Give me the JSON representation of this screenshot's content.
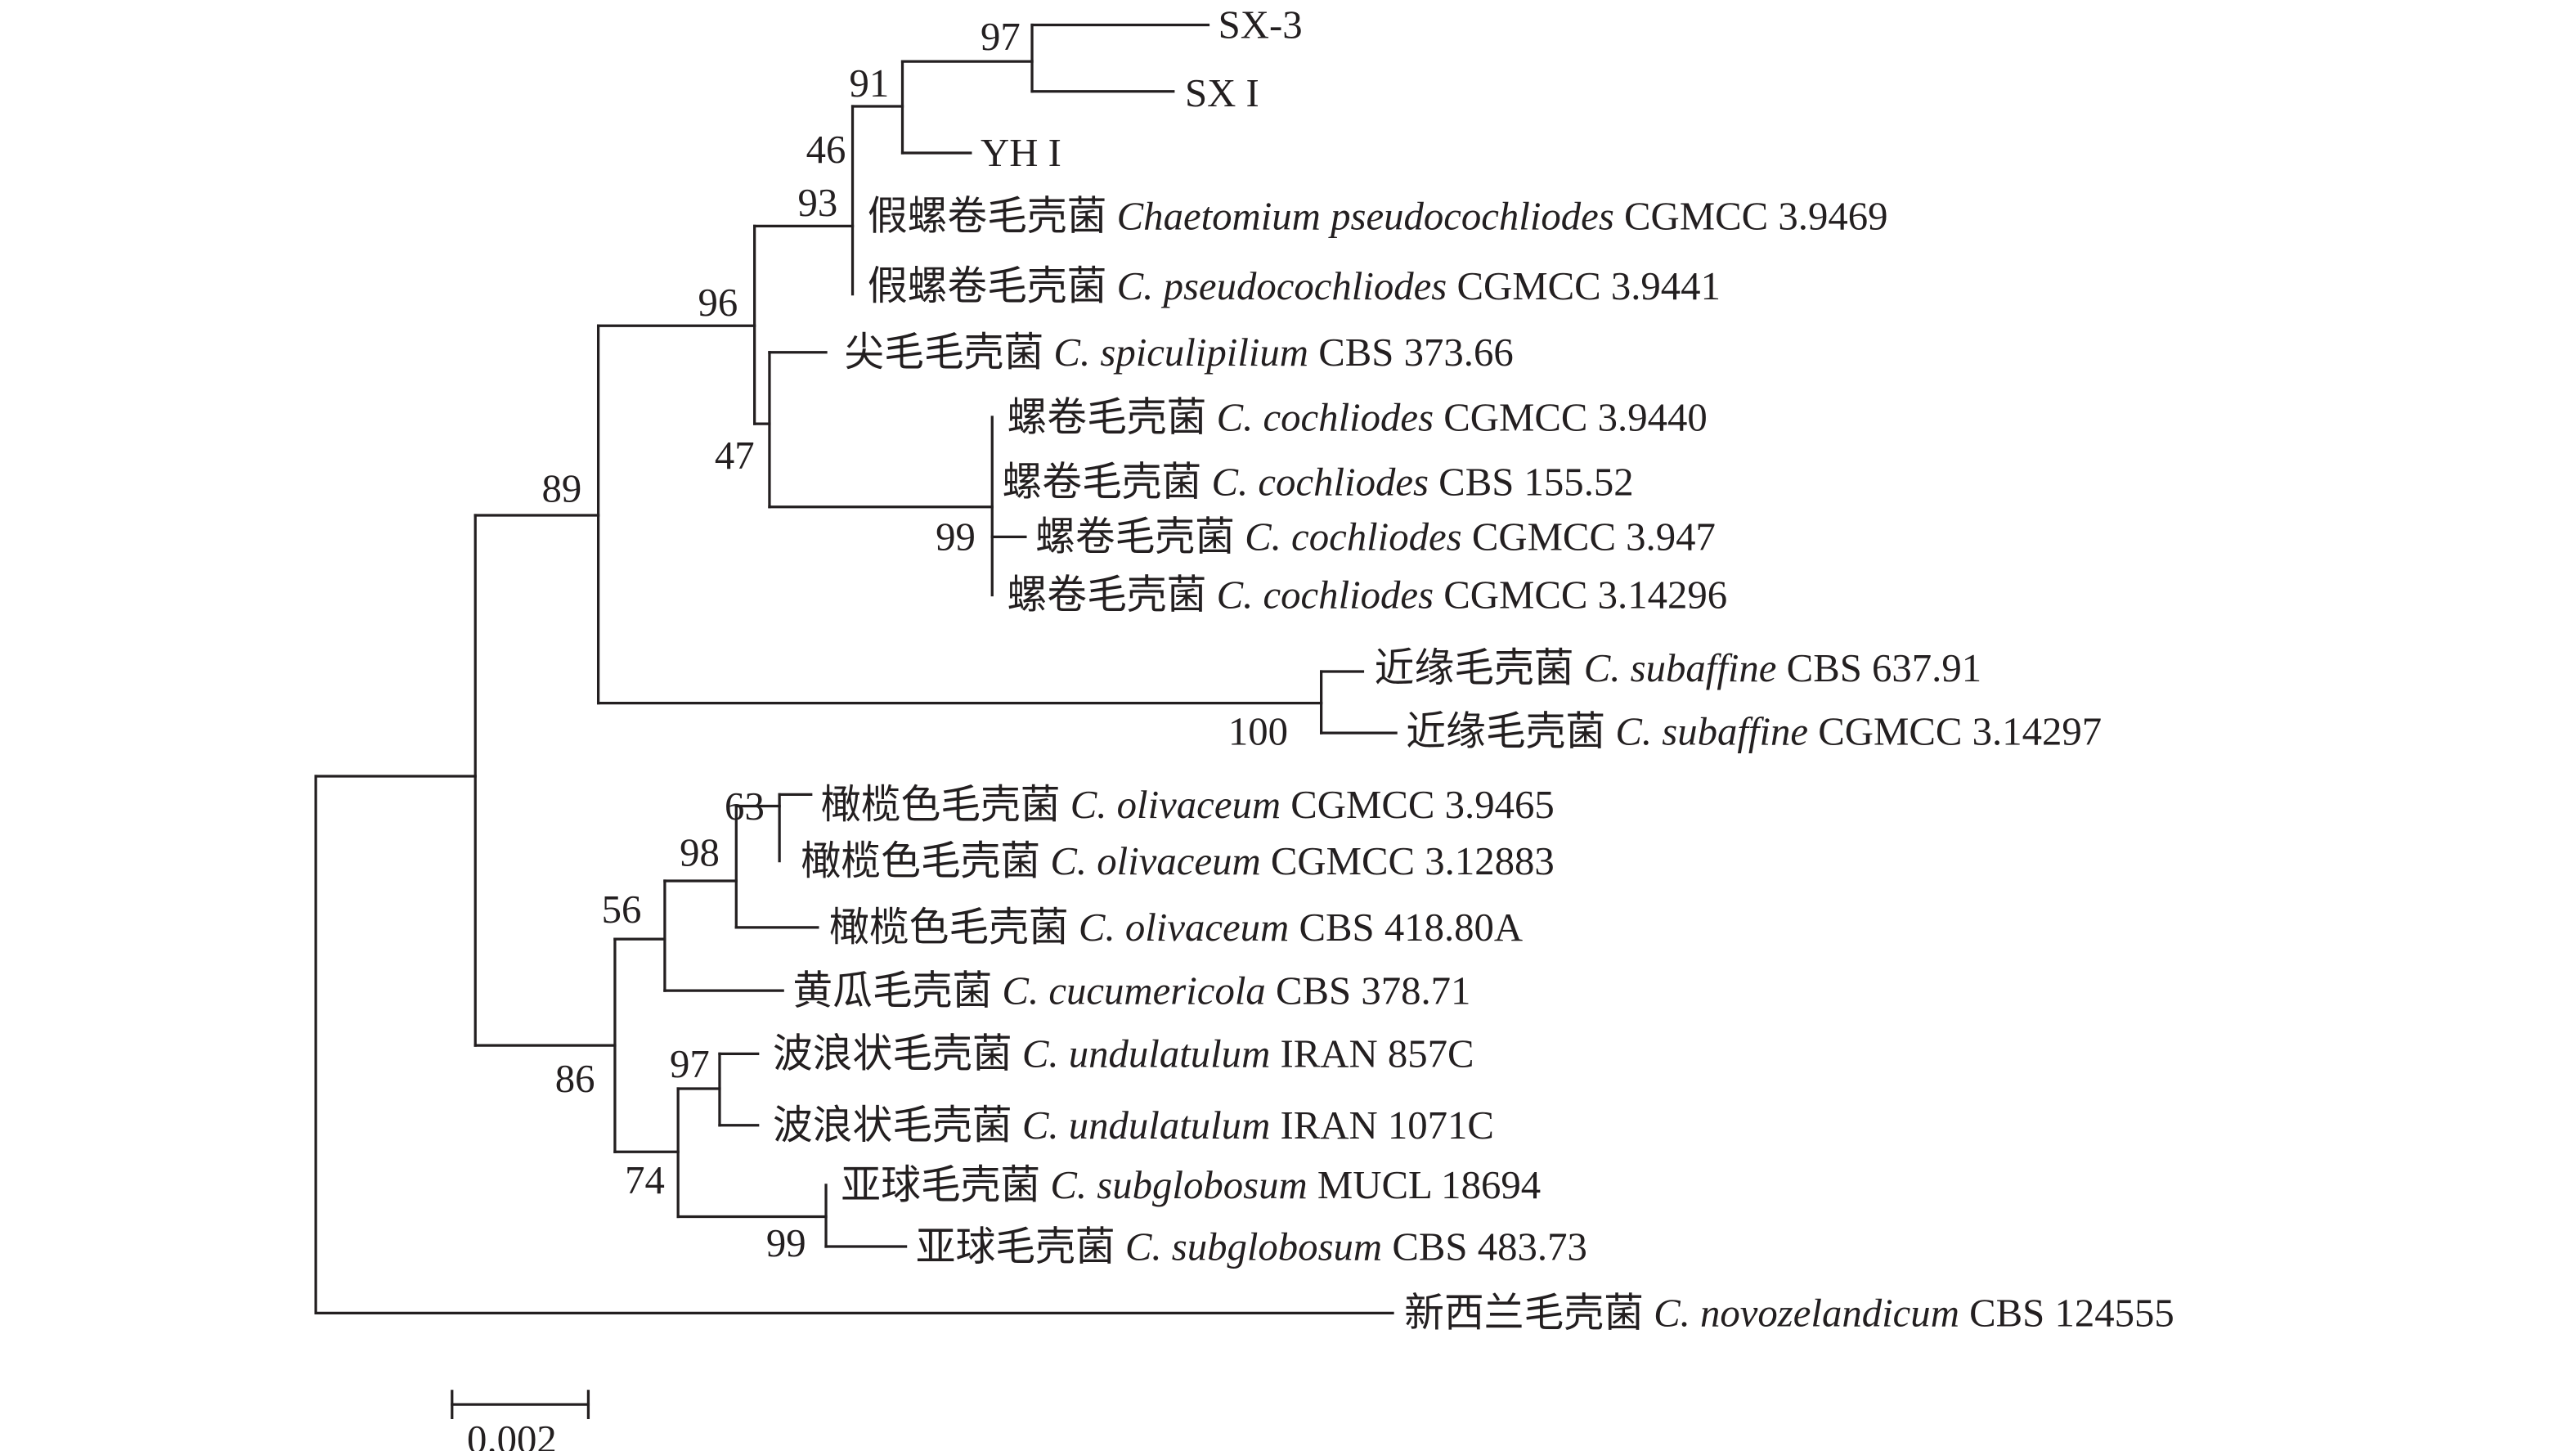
{
  "figure": {
    "type": "phylogenetic-tree",
    "scale_bar_label": "0.002",
    "scale_bar_value": 0.002
  },
  "taxa": [
    {
      "id": "sx3",
      "cn": "",
      "species": "",
      "strain": "SX-3"
    },
    {
      "id": "sx1",
      "cn": "",
      "species": "",
      "strain": "SX I"
    },
    {
      "id": "yh1",
      "cn": "",
      "species": "",
      "strain": "YH I"
    },
    {
      "id": "pseudo9469",
      "cn": "假螺卷毛壳菌",
      "species": "Chaetomium pseudocochliodes",
      "strain": "CGMCC 3.9469"
    },
    {
      "id": "pseudo9441",
      "cn": "假螺卷毛壳菌",
      "species": "C. pseudocochliodes",
      "strain": "CGMCC 3.9441"
    },
    {
      "id": "spic",
      "cn": "尖毛毛壳菌",
      "species": "C. spiculipilium",
      "strain": "CBS 373.66"
    },
    {
      "id": "coch9440",
      "cn": "螺卷毛壳菌",
      "species": "C. cochliodes",
      "strain": "CGMCC 3.9440"
    },
    {
      "id": "coch15552",
      "cn": "螺卷毛壳菌",
      "species": "C. cochliodes",
      "strain": "CBS 155.52"
    },
    {
      "id": "coch947",
      "cn": "螺卷毛壳菌",
      "species": "C. cochliodes",
      "strain": "CGMCC 3.947"
    },
    {
      "id": "coch14296",
      "cn": "螺卷毛壳菌",
      "species": "C. cochliodes",
      "strain": "CGMCC 3.14296"
    },
    {
      "id": "subaff63791",
      "cn": "近缘毛壳菌",
      "species": "C. subaffine",
      "strain": "CBS 637.91"
    },
    {
      "id": "subaff14297",
      "cn": "近缘毛壳菌",
      "species": "C. subaffine",
      "strain": "CGMCC 3.14297"
    },
    {
      "id": "oliv9465",
      "cn": "橄榄色毛壳菌",
      "species": "C. olivaceum",
      "strain": "CGMCC 3.9465"
    },
    {
      "id": "oliv12883",
      "cn": "橄榄色毛壳菌",
      "species": "C. olivaceum",
      "strain": "CGMCC 3.12883"
    },
    {
      "id": "oliv41880a",
      "cn": "橄榄色毛壳菌",
      "species": "C. olivaceum",
      "strain": "CBS 418.80A"
    },
    {
      "id": "cucu",
      "cn": "黄瓜毛壳菌",
      "species": "C. cucumericola",
      "strain": "CBS 378.71"
    },
    {
      "id": "und857",
      "cn": "波浪状毛壳菌",
      "species": "C. undulatulum",
      "strain": "IRAN 857C"
    },
    {
      "id": "und1071",
      "cn": "波浪状毛壳菌",
      "species": "C. undulatulum",
      "strain": "IRAN 1071C"
    },
    {
      "id": "subg18694",
      "cn": "亚球毛壳菌",
      "species": "C. subglobosum",
      "strain": "MUCL 18694"
    },
    {
      "id": "subg48373",
      "cn": "亚球毛壳菌",
      "species": "C. subglobosum",
      "strain": "CBS 483.73"
    },
    {
      "id": "novo",
      "cn": "新西兰毛壳菌",
      "species": "C. novozelandicum",
      "strain": "CBS 124555"
    }
  ],
  "bootstrap": {
    "n97_top": "97",
    "n91": "91",
    "n46": "46",
    "n93": "93",
    "n96": "96",
    "n47": "47",
    "n99_coch": "99",
    "n89": "89",
    "n100": "100",
    "n63": "63",
    "n98": "98",
    "n56": "56",
    "n97_und": "97",
    "n86": "86",
    "n74": "74",
    "n99_subg": "99"
  }
}
